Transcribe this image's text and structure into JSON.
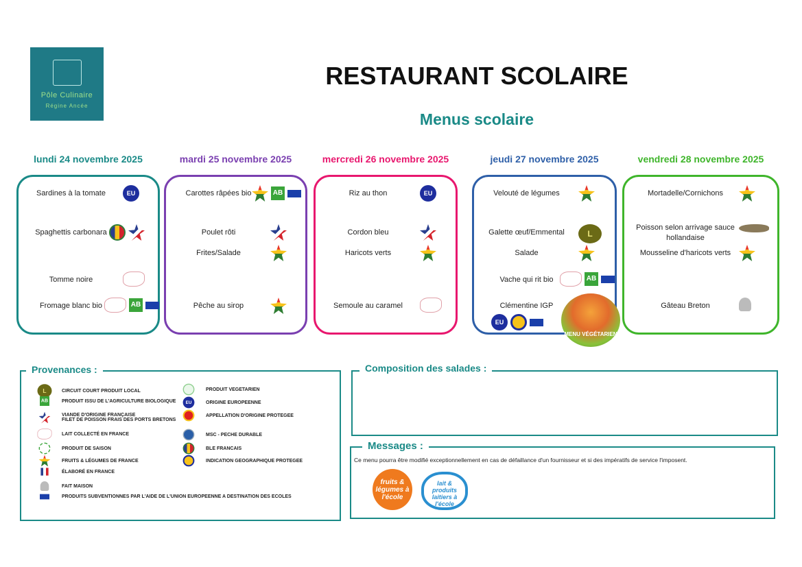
{
  "logo": {
    "line1": "Pôle Culinaire",
    "line2": "Régine Ancée"
  },
  "header": {
    "title": "RESTAURANT SCOLAIRE",
    "subtitle": "Menus scolaire"
  },
  "colors": {
    "teal": "#1a8a87",
    "purple": "#7a3fb0",
    "magenta": "#e8176e",
    "blue": "#2e5fa8",
    "green": "#3fb52b"
  },
  "days": [
    {
      "label": "lundi 24 novembre 2025",
      "items": [
        {
          "name": "Sardines à la tomate",
          "icons": [
            "eu"
          ]
        },
        {
          "name": "Spaghettis carbonara",
          "icons": [
            "ble",
            "viande"
          ]
        },
        {
          "name": "Tomme noire",
          "icons": [
            "lait"
          ]
        },
        {
          "name": "Fromage blanc bio",
          "icons": [
            "lait",
            "ab",
            "euflag"
          ]
        }
      ]
    },
    {
      "label": "mardi 25 novembre 2025",
      "items": [
        {
          "name": "Carottes râpées bio",
          "icons": [
            "fruits",
            "ab",
            "euflag"
          ]
        },
        {
          "name": "Poulet rôti",
          "icons": [
            "viande"
          ]
        },
        {
          "name": "Frites/Salade",
          "icons": [
            "fruits"
          ]
        },
        {
          "name": "Pêche au sirop",
          "icons": [
            "fruits"
          ]
        }
      ]
    },
    {
      "label": "mercredi 26 novembre 2025",
      "items": [
        {
          "name": "Riz au thon",
          "icons": [
            "eu"
          ]
        },
        {
          "name": "Cordon bleu",
          "icons": [
            "viande"
          ]
        },
        {
          "name": "Haricots verts",
          "icons": [
            "fruits"
          ]
        },
        {
          "name": "Semoule au caramel",
          "icons": [
            "lait"
          ]
        }
      ]
    },
    {
      "label": "jeudi 27 novembre 2025",
      "items": [
        {
          "name": "Velouté de légumes",
          "icons": [
            "fruits"
          ]
        },
        {
          "name": "Galette œuf/Emmental",
          "icons": [
            "local"
          ]
        },
        {
          "name": "Salade",
          "icons": [
            "fruits"
          ]
        },
        {
          "name": "Vache qui rit bio",
          "icons": [
            "lait",
            "ab",
            "euflag"
          ]
        },
        {
          "name": "Clémentine IGP",
          "icons": [
            "eu",
            "igp",
            "euflag"
          ]
        }
      ],
      "badge": "MENU VÉGÉTARIEN"
    },
    {
      "label": "vendredi 28 novembre 2025",
      "items": [
        {
          "name": "Mortadelle/Cornichons",
          "icons": [
            "fruits"
          ]
        },
        {
          "name": "Poisson selon arrivage sauce hollandaise",
          "icons": [
            "fish"
          ]
        },
        {
          "name": "Mousseline d'haricots verts",
          "icons": [
            "fruits"
          ]
        },
        {
          "name": "Gâteau Breton",
          "icons": [
            "maison"
          ]
        }
      ]
    }
  ],
  "provenances": {
    "title": "Provenances :",
    "legend": [
      {
        "icon": "local",
        "label": "CIRCUIT COURT PRODUIT LOCAL"
      },
      {
        "icon": "ab",
        "label": "PRODUIT ISSU DE L'AGRICULTURE BIOLOGIQUE"
      },
      {
        "icon": "viande",
        "label": "VIANDE D'ORIGINE FRANÇAISE",
        "label2": "FILET DE POISSON FRAIS DES PORTS BRETONS"
      },
      {
        "icon": "lait",
        "label": "LAIT COLLECTÉ EN FRANCE"
      },
      {
        "icon": "saison",
        "label": "PRODUIT DE SAISON"
      },
      {
        "icon": "fruits",
        "label": "FRUITS & LÉGUMES DE FRANCE"
      },
      {
        "icon": "elabore",
        "label": "ÉLABORÉ EN FRANCE"
      },
      {
        "icon": "maison",
        "label": "FAIT MAISON"
      },
      {
        "icon": "euflag",
        "label": "PRODUITS SUBVENTIONNES PAR L'AIDE DE L'UNION EUROPEENNE A DESTINATION DES ECOLES"
      },
      {
        "icon": "vegetarien",
        "label": "PRODUIT VEGETARIEN"
      },
      {
        "icon": "eu",
        "label": "ORIGINE EUROPEENNE"
      },
      {
        "icon": "aop",
        "label": "APPELLATION D'ORIGINE PROTEGEE"
      },
      {
        "icon": "msc",
        "label": "MSC - PECHE DURABLE"
      },
      {
        "icon": "ble",
        "label": "BLE FRANCAIS"
      },
      {
        "icon": "igp",
        "label": "INDICATION GEOGRAPHIQUE PROTEGEE"
      }
    ]
  },
  "salades": {
    "title": "Composition des salades :"
  },
  "messages": {
    "title": "Messages :",
    "text": "Ce menu pourra être modifié exceptionnellement en cas de défaillance d'un fournisseur et si des impératifs de service l'imposent.",
    "logo1": "fruits & légumes à l'école",
    "logo2": "lait & produits laitiers à l'école"
  }
}
